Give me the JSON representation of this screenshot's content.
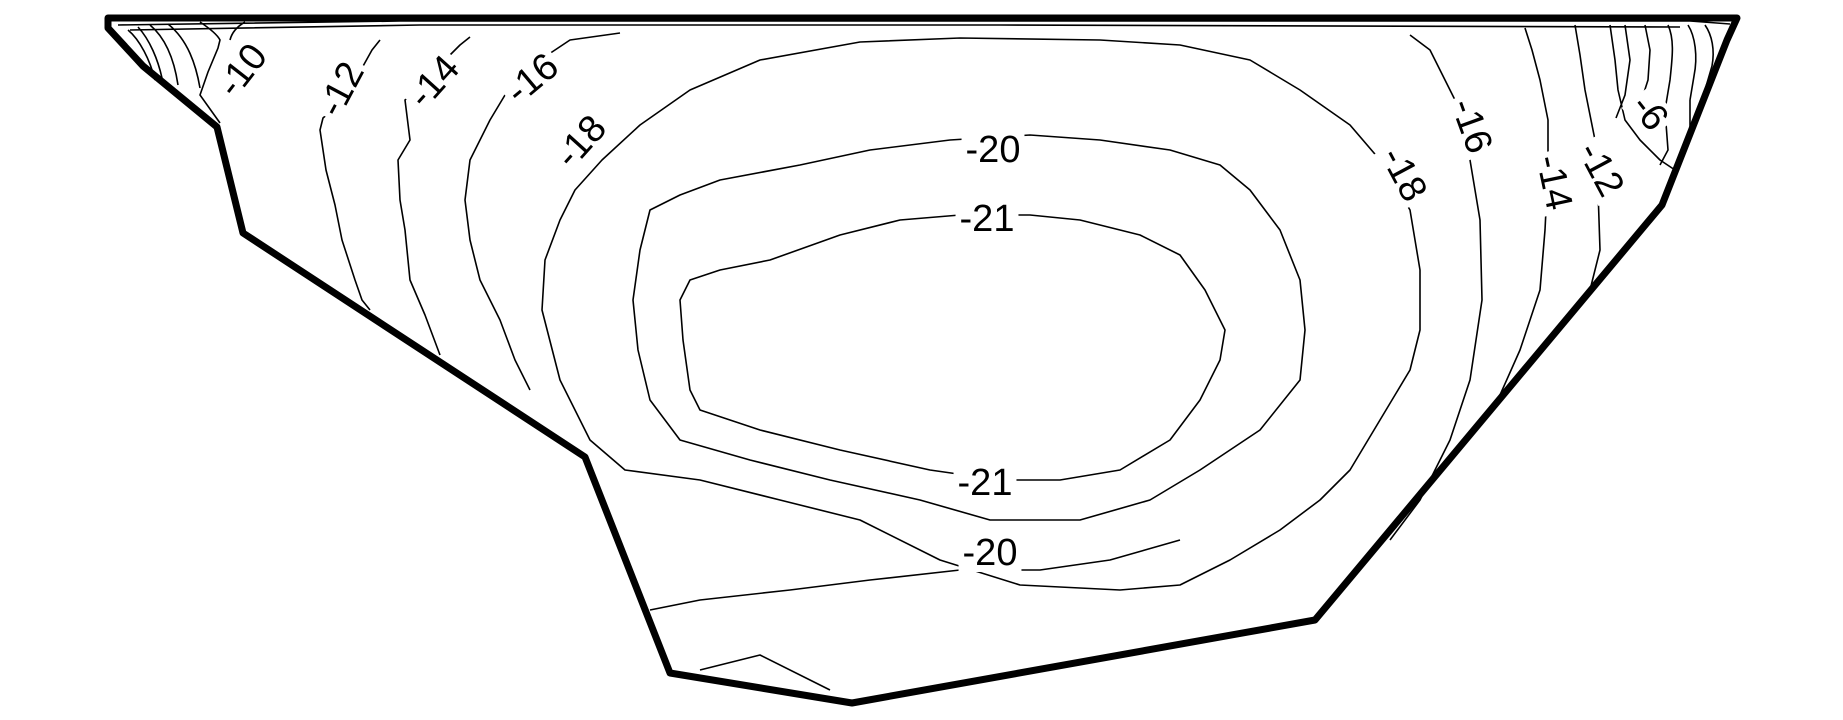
{
  "diagram": {
    "type": "contour-cross-section",
    "line_color": "#000000",
    "background": "#ffffff",
    "contour_labels": [
      {
        "key": "m10",
        "text": "-10"
      },
      {
        "key": "m12l",
        "text": "-12"
      },
      {
        "key": "m14l",
        "text": "-14"
      },
      {
        "key": "m16l",
        "text": "-16"
      },
      {
        "key": "m18l",
        "text": "-18"
      },
      {
        "key": "m20t",
        "text": "-20"
      },
      {
        "key": "m21t",
        "text": "-21"
      },
      {
        "key": "m21b",
        "text": "-21"
      },
      {
        "key": "m20b",
        "text": "-20"
      },
      {
        "key": "m18r",
        "text": "-18"
      },
      {
        "key": "m16r",
        "text": "-16"
      },
      {
        "key": "m14r",
        "text": "-14"
      },
      {
        "key": "m12r",
        "text": "-12"
      },
      {
        "key": "m6",
        "text": "-6"
      }
    ]
  }
}
